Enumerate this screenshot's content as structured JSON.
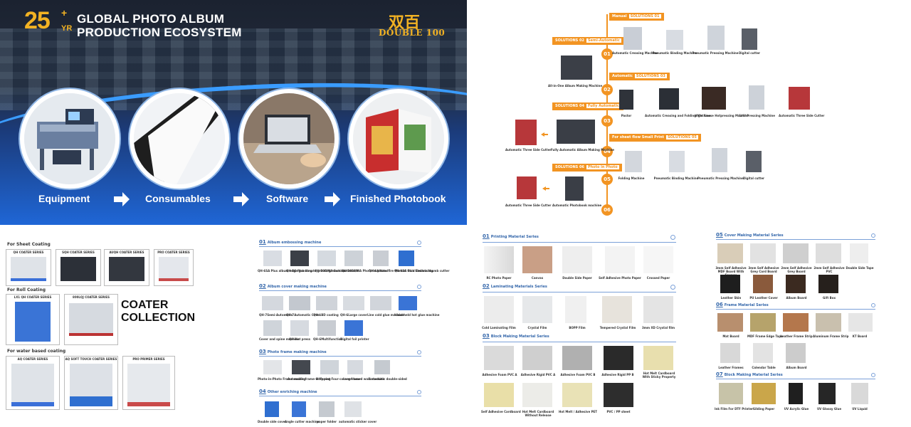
{
  "banner": {
    "years": "25",
    "plus": "+",
    "yr": "YR",
    "title_line1": "GLOBAL PHOTO ALBUM",
    "title_line2": "PRODUCTION ECOSYSTEM",
    "brand_cn": "双百",
    "brand": "DOUBLE 100",
    "steps": [
      "Equipment",
      "Consumables",
      "Software",
      "Finished Photobook"
    ]
  },
  "flow": {
    "nodes": [
      "01",
      "02",
      "03",
      "04",
      "05",
      "06"
    ],
    "tags": [
      {
        "label": "Manual",
        "solution": "SOLUTIONS 01"
      },
      {
        "label": "SOLUTIONS 02",
        "solution": "Semi-Automatic"
      },
      {
        "label": "Automatic",
        "solution": "SOLUTIONS 03"
      },
      {
        "label": "SOLUTIONS 04",
        "solution": "Fully Automatic"
      },
      {
        "label": "For sheet flow Small Print",
        "solution": "SOLUTIONS 05"
      },
      {
        "label": "SOLUTIONS 06",
        "solution": "Photo in Photo"
      }
    ],
    "machines": {
      "row1": [
        "Automatic Creasing Machine",
        "Pneumatic Binding Machine",
        "Pneumatic Pressing Machine",
        "Digital cutter"
      ],
      "row2": [
        "All-in-One Album Making Machine"
      ],
      "row3": [
        "Pastor",
        "Automatic Creasing and Folding Machine",
        "Hight Loose Hotpressing Machine",
        "Cold Pressing Machine",
        "Automatic Three Side Cutter"
      ],
      "row4": [
        "Automatic Three Side Cutter",
        "Fully Automatic Album Making Machine"
      ],
      "row5": [
        "Folding Machine",
        "Pneumatic Binding Machine",
        "Pneumatic Pressing Machine",
        "Digital cutter"
      ],
      "row6": [
        "Automatic Three Side Cutter",
        "Automatic Photobook machine"
      ]
    }
  },
  "coater": {
    "sheet_heading": "For Sheet Coating",
    "sheet_series": [
      "QH COATER SERIES",
      "SQH COATER SERIES",
      "AUQH COATER SERIES",
      "PRO COATER SERIES"
    ],
    "roll_heading": "For Roll Coating",
    "roll_series": [
      "LX1 QH COATER SERIES",
      "800LQJ COATER SERIES"
    ],
    "collection_line1": "COATER",
    "collection_line2": "COLLECTION",
    "water_heading": "For water based coating",
    "water_series": [
      "AQ COATER SERIES",
      "AQ SOFT TOUCH COATER SERIES",
      "PRO PRIMER SERIES"
    ]
  },
  "machines_panel": {
    "sections": [
      {
        "num": "01",
        "title": "Album embossing machine",
        "items": [
          "QH-6SA Plus album edge-grinding",
          "QH-5G Plus lamate grinding machine",
          "QH-500/MA Semi-automatic",
          "QH-5050/MA Photo-in-photo",
          "QH-6A Handfire Manual Gold Embossing",
          "QH-9SA Plus Electric thumb cutter"
        ]
      },
      {
        "num": "02",
        "title": "Album cover making machine",
        "items": [
          "QH-7Semi-Automatic",
          "QH-7Automatic Cover",
          "QH-LBD coating",
          "QH-6Large cover",
          "Line cold glue machine",
          "Hand held hot glue machine",
          "Cover and spine machine",
          "QH-Hot press",
          "QH-6Multifunction",
          "Digital foil printer"
        ]
      },
      {
        "num": "03",
        "title": "Photo frame making machine",
        "items": [
          "Photo-in-Photo Frame making",
          "Automatic frame-wrapping",
          "Different Four-corner frame",
          "Large board wall machine",
          "Automatic double-sided"
        ]
      },
      {
        "num": "04",
        "title": "Other enriching machine",
        "items": [
          "Double side cover",
          "Angle cutter machine",
          "paper folder",
          "automatic sticker cover"
        ]
      }
    ]
  },
  "materials_panel": {
    "sections": [
      {
        "num": "01",
        "title": "Printing Material Series",
        "items": [
          "RC Photo Paper",
          "Canvas",
          "Double Side Paper",
          "Self Adhesive Photo Paper",
          "Crossed Paper"
        ]
      },
      {
        "num": "02",
        "title": "Laminating Materials Series",
        "items": [
          "Cold Laminating Film",
          "Crystal Film",
          "BOPP Film",
          "Tempered Crystal Film",
          "3mm XD Crystal film"
        ]
      },
      {
        "num": "03",
        "title": "Block Making Material Series",
        "items": [
          "Adhesive Foam PVC A",
          "Adhesive Rigid PVC A",
          "Adhesive Foam PVC B",
          "Adhesive Rigid PP B",
          "Hot Melt Cardboard With Sticky Property",
          "Self Adhesive Cardboard",
          "Hot Melt Cardboard Without Release",
          "Hot Melt / Adhesive PET",
          "PVC / PP sheet"
        ]
      }
    ]
  },
  "cover_panel": {
    "sections": [
      {
        "num": "05",
        "title": "Cover Making Material Series",
        "items": [
          "3mm Self Adhesive MDF Board With Sponge",
          "3mm Self Adhesive Grey Card Board",
          "2mm Self Adhesive Grey Board",
          "2mm Self Adhesive PVC",
          "Double Side Tape",
          "Leather Skin",
          "PU Leather Cover",
          "Album Board",
          "Gift Box"
        ]
      },
      {
        "num": "06",
        "title": "Frame Material Series",
        "items": [
          "Mat Board",
          "MDF Frame Edge Tape",
          "Leather Frame Strip",
          "Aluminum Frame Strip",
          "KT Board",
          "Leather Frames",
          "Calendar Table",
          "Album Board"
        ]
      },
      {
        "num": "07",
        "title": "Block Making Material Series",
        "items": [
          "Ink Film For DTF Printer",
          "Gilding Paper",
          "UV Acrylic Glue",
          "UV Glossy Glue",
          "UV Liquid"
        ]
      }
    ]
  }
}
